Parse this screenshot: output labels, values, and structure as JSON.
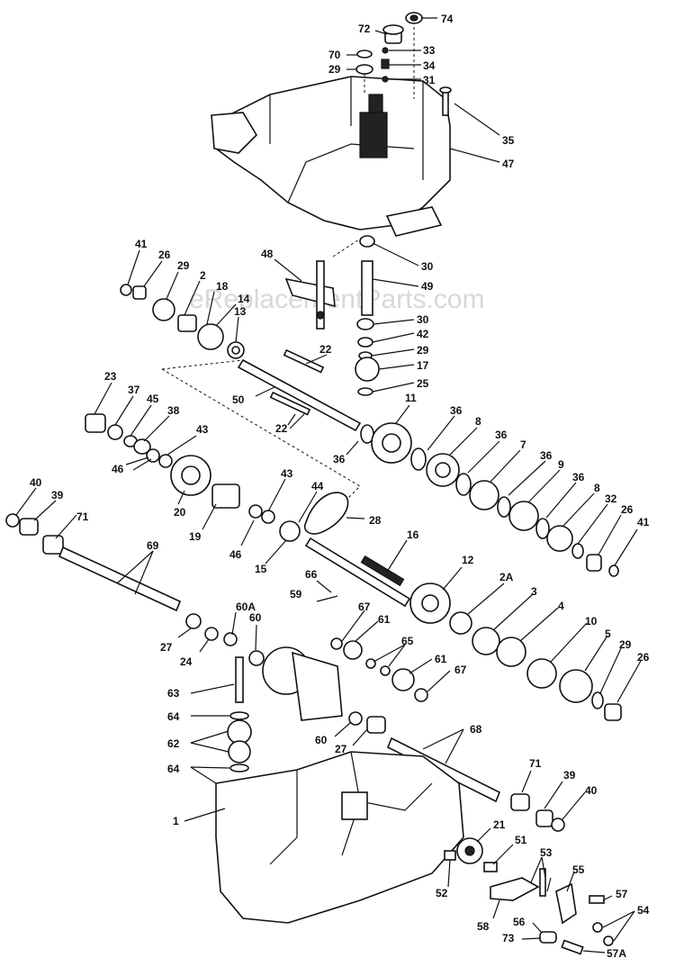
{
  "watermark": "eReplacementParts.com",
  "labels": {
    "l74": "74",
    "l72": "72",
    "l33": "33",
    "l70": "70",
    "l34": "34",
    "l29a": "29",
    "l31": "31",
    "l35": "35",
    "l47": "47",
    "l48": "48",
    "l30a": "30",
    "l49": "49",
    "l41a": "41",
    "l26a": "26",
    "l29b": "29",
    "l2": "2",
    "l18": "18",
    "l14": "14",
    "l13": "13",
    "l30b": "30",
    "l42": "42",
    "l22a": "22",
    "l29c": "29",
    "l17": "17",
    "l25": "25",
    "l23": "23",
    "l37": "37",
    "l45": "45",
    "l38": "38",
    "l43a": "43",
    "l50": "50",
    "l11": "11",
    "l36a": "36",
    "l8a": "8",
    "l36b": "36",
    "l7": "7",
    "l36c": "36",
    "l9": "9",
    "l36d": "36",
    "l8b": "8",
    "l32": "32",
    "l26b": "26",
    "l41b": "41",
    "l22b": "22",
    "l36e": "36",
    "l46a": "46",
    "l20": "20",
    "l43b": "43",
    "l44": "44",
    "l28": "28",
    "l19": "19",
    "l46b": "46",
    "l15": "15",
    "l16": "16",
    "l40a": "40",
    "l39a": "39",
    "l71a": "71",
    "l69": "69",
    "l66": "66",
    "l12": "12",
    "l2A": "2A",
    "l3": "3",
    "l59": "59",
    "l60A": "60A",
    "l67a": "67",
    "l61a": "61",
    "l4": "4",
    "l27a": "27",
    "l24": "24",
    "l60a": "60",
    "l65": "65",
    "l10": "10",
    "l5": "5",
    "l61b": "61",
    "l67b": "67",
    "l29d": "29",
    "l26c": "26",
    "l63": "63",
    "l64a": "64",
    "l62": "62",
    "l60b": "60",
    "l27b": "27",
    "l68": "68",
    "l64b": "64",
    "l71b": "71",
    "l39b": "39",
    "l40b": "40",
    "l1": "1",
    "l21": "21",
    "l51": "51",
    "l53": "53",
    "l52": "52",
    "l55": "55",
    "l57": "57",
    "l54": "54",
    "l58": "58",
    "l56": "56",
    "l73": "73",
    "l57A": "57A"
  }
}
